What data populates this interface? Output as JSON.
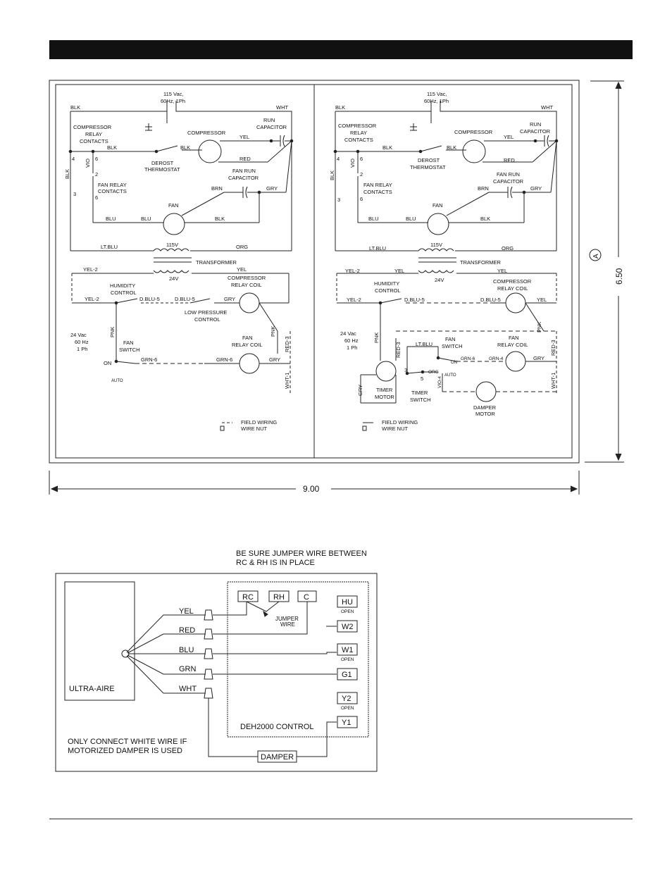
{
  "schematics": {
    "left": {
      "supply": [
        "115 Vac,",
        "60Hz, 1Ph"
      ],
      "labels": {
        "blk_top": "BLK",
        "wht_top": "WHT",
        "comp_relay": [
          "COMPRESSOR",
          "RELAY",
          "CONTACTS"
        ],
        "compressor": "COMPRESSOR",
        "run_cap": [
          "RUN",
          "CAPACITOR"
        ],
        "yel": "YEL",
        "red": "RED",
        "blk1": "BLK",
        "blk2": "BLK",
        "derost": [
          "DEROST",
          "THERMOSTAT"
        ],
        "vio": "VIO",
        "blk_side": "BLK",
        "fan_run_cap": [
          "FAN RUN",
          "CAPACITOR"
        ],
        "fan_relay": [
          "FAN RELAY",
          "CONTACTS"
        ],
        "brn": "BRN",
        "gry": "GRY",
        "fan": "FAN",
        "blu1": "BLU",
        "blu2": "BLU",
        "blk3": "BLK",
        "ltblu": "LT.BLU",
        "v115": "115V",
        "org": "ORG",
        "transformer": "TRANSFORMER",
        "yel2": "YEL-2",
        "v24": "24V",
        "yel3": "YEL",
        "humidity": [
          "HUMIDITY",
          "CONTROL"
        ],
        "comp_relay_coil": [
          "COMPRESSOR",
          "RELAY COIL"
        ],
        "yel2b": "YEL-2",
        "dblu5a": "D.BLU-5",
        "dblu5b": "D.BLU-5",
        "gry2": "GRY",
        "low_pressure": [
          "LOW PRESSURE",
          "CONTROL"
        ],
        "pnk": "PNK",
        "pnk2": "PNK",
        "vac24": [
          "24 Vac",
          "60 Hz",
          "1 Ph"
        ],
        "fan_switch": [
          "FAN",
          "SWITCH"
        ],
        "fan_relay_coil": [
          "FAN",
          "RELAY COIL"
        ],
        "red3": "RED-3",
        "on": "ON",
        "auto": "AUTO",
        "grn6a": "GRN-6",
        "grn6b": "GRN-6",
        "gry3": "GRY",
        "wht1": "WHT-1",
        "field_wiring": "FIELD WIRING",
        "wire_nut": "WIRE NUT",
        "t4": "4",
        "t6": "6",
        "t2": "2",
        "t3": "3",
        "t6b": "6"
      }
    },
    "right": {
      "supply": [
        "115 Vac,",
        "60Hz, 1Ph"
      ],
      "labels": {
        "blk_top": "BLK",
        "wht_top": "WHT",
        "comp_relay": [
          "COMPRESSOR",
          "RELAY",
          "CONTACTS"
        ],
        "compressor": "COMPRESSOR",
        "run_cap": [
          "RUN",
          "CAPACITOR"
        ],
        "yel": "YEL",
        "red": "RED",
        "blk1": "BLK",
        "blk2": "BLK",
        "derost": [
          "DEROST",
          "THERMOSTAT"
        ],
        "vio": "VIO",
        "blk_side": "BLK",
        "fan_run_cap": [
          "FAN RUN",
          "CAPACITOR"
        ],
        "fan_relay": [
          "FAN RELAY",
          "CONTACTS"
        ],
        "brn": "BRN",
        "gry": "GRY",
        "fan": "FAN",
        "blu1": "BLU",
        "blu2": "BLU",
        "blk3": "BLK",
        "ltblu": "LT.BLU",
        "v115": "115V",
        "org": "ORG",
        "transformer": "TRANSFORMER",
        "yel2": "YEL-2",
        "yel_mid": "YEL",
        "v24": "24V",
        "yel3": "YEL",
        "humidity": [
          "HUMIDITY",
          "CONTROL"
        ],
        "comp_relay_coil": [
          "COMPRESSOR",
          "RELAY COIL"
        ],
        "yel2b": "YEL-2",
        "dblu5a": "D.BLU-5",
        "dblu5b": "D.BLU-5",
        "yel4": "YEL",
        "pnk": "PNK",
        "pnk2": "PNK",
        "red3a": "RED-3",
        "red3b": "RED-3",
        "vac24": [
          "24 Vac",
          "60 Hz",
          "1 Ph"
        ],
        "ltblu2": "LT.BLU",
        "fan_switch": [
          "FAN",
          "SWITCH"
        ],
        "fan_relay_coil": [
          "FAN",
          "RELAY COIL"
        ],
        "on": "ON",
        "auto": "AUTO",
        "org2": "ORG",
        "grn6": "GRN-6",
        "grn4": "GRN-4",
        "gry3": "GRY",
        "wht1": "WHT-1",
        "gry4": "GRY",
        "vio4": "VIO-4",
        "timer_motor": [
          "TIMER",
          "MOTOR"
        ],
        "timer_switch": [
          "TIMER",
          "SWITCH"
        ],
        "damper_motor": [
          "DAMPER",
          "MOTOR"
        ],
        "field_wiring": "FIELD WIRING",
        "wire_nut": "WIRE NUT",
        "t4": "4",
        "t6": "6",
        "t2": "2",
        "t3": "3",
        "t6b": "6",
        "t3b": "3",
        "t5": "5"
      }
    }
  },
  "dimensions": {
    "width": "9.00",
    "height": "6.50",
    "callout": "A"
  },
  "wiring": {
    "note_top": [
      "BE SURE JUMPER WIRE BETWEEN",
      "RC & RH IS IN PLACE"
    ],
    "unit": "ULTRA-AIRE",
    "wires": [
      "YEL",
      "RED",
      "BLU",
      "GRN",
      "WHT"
    ],
    "control": "DEH2000 CONTROL",
    "terminals_top": [
      "RC",
      "RH",
      "C"
    ],
    "terminals_right": [
      "HU",
      "W2",
      "W1",
      "G1",
      "Y2",
      "Y1"
    ],
    "open": "OPEN",
    "jumper": [
      "JUMPER",
      "WIRE"
    ],
    "damper": "DAMPER",
    "note_bottom": [
      "ONLY CONNECT WHITE WIRE IF",
      "MOTORIZED DAMPER IS USED"
    ]
  }
}
